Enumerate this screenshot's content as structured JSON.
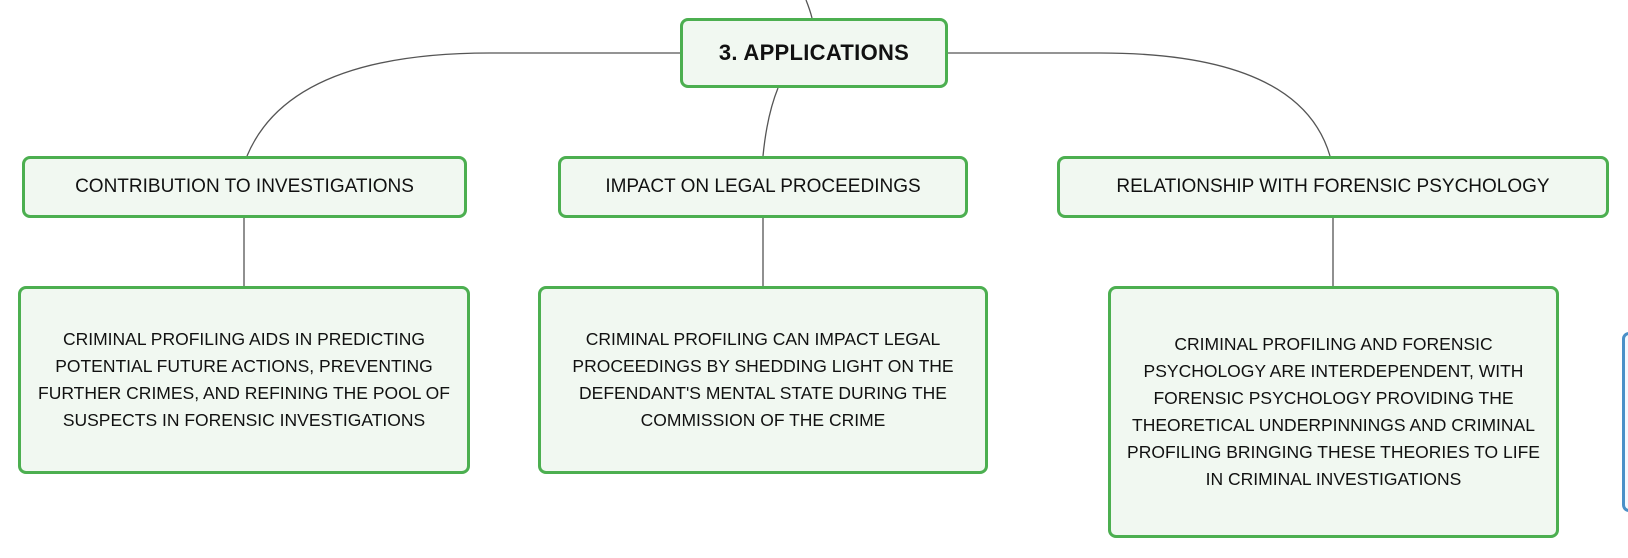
{
  "mindmap": {
    "root": {
      "label": "3. APPLICATIONS"
    },
    "branches": [
      {
        "label": "CONTRIBUTION TO INVESTIGATIONS",
        "detail": "CRIMINAL PROFILING AIDS IN PREDICTING POTENTIAL FUTURE ACTIONS, PREVENTING FURTHER CRIMES, AND REFINING THE POOL OF SUSPECTS IN FORENSIC INVESTIGATIONS"
      },
      {
        "label": "IMPACT ON LEGAL PROCEEDINGS",
        "detail": "CRIMINAL PROFILING CAN IMPACT LEGAL PROCEEDINGS BY SHEDDING LIGHT ON THE DEFENDANT'S MENTAL STATE DURING THE COMMISSION OF THE CRIME"
      },
      {
        "label": "RELATIONSHIP WITH FORENSIC PSYCHOLOGY",
        "detail": "CRIMINAL PROFILING AND FORENSIC PSYCHOLOGY ARE INTERDEPENDENT, WITH FORENSIC PSYCHOLOGY PROVIDING THE THEORETICAL UNDERPINNINGS AND CRIMINAL PROFILING BRINGING THESE THEORIES TO LIFE IN CRIMINAL INVESTIGATIONS"
      }
    ]
  },
  "colors": {
    "node_border": "#4caf50",
    "node_fill": "#f1f8f1",
    "connector": "#555555",
    "edge_tab_border": "#4a90c8"
  }
}
